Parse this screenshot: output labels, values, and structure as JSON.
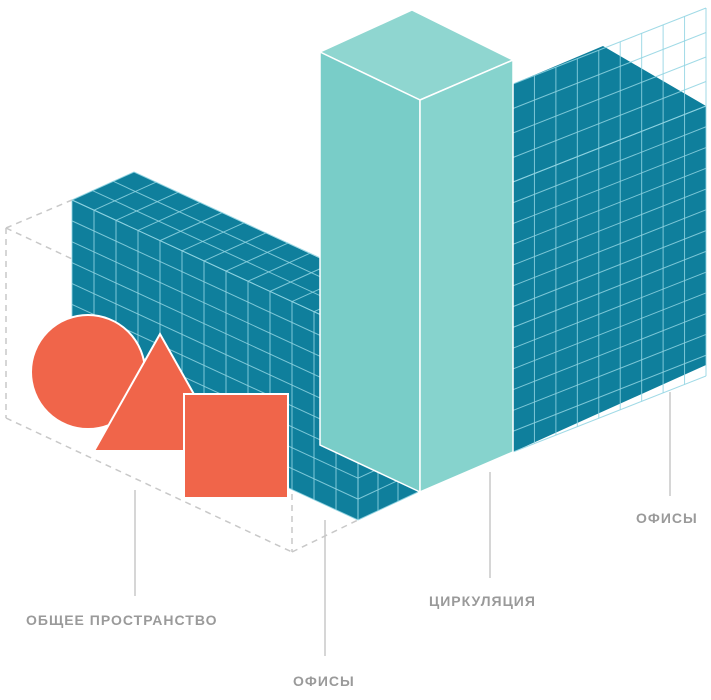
{
  "labels": {
    "common_space": "ОБЩЕЕ ПРОСТРАНСТВО",
    "offices_front": "ОФИСЫ",
    "circulation": "ЦИРКУЛЯЦИЯ",
    "offices_back": "ОФИСЫ"
  },
  "colors": {
    "office_block": "#0f7f9c",
    "office_grid": "#8fd3e2",
    "circulation_front": "#79cdc8",
    "circulation_side": "#86d3cd",
    "circulation_top": "#8fd6d0",
    "shapes": "#f0654a",
    "label_text": "#9a9a9a",
    "dashed_outline": "#c8c8c8",
    "leader_line": "#c8c8c8"
  },
  "icons": [
    "circle-shape-icon",
    "triangle-shape-icon",
    "square-shape-icon"
  ]
}
